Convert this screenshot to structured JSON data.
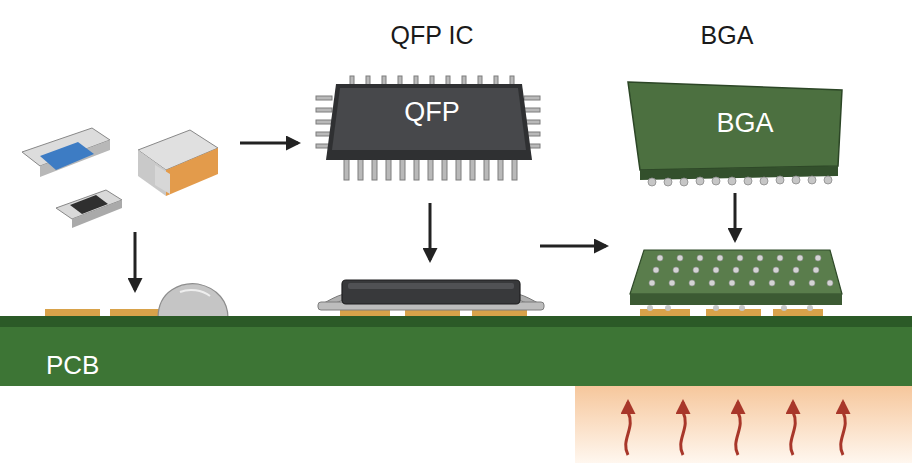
{
  "diagram": {
    "nodes": [
      {
        "text": [
          "QFP IC",
          "QFP"
        ]
      },
      {
        "text": [
          "BGA",
          "BGA"
        ]
      },
      {
        "text": [
          "PCB"
        ]
      }
    ]
  }
}
